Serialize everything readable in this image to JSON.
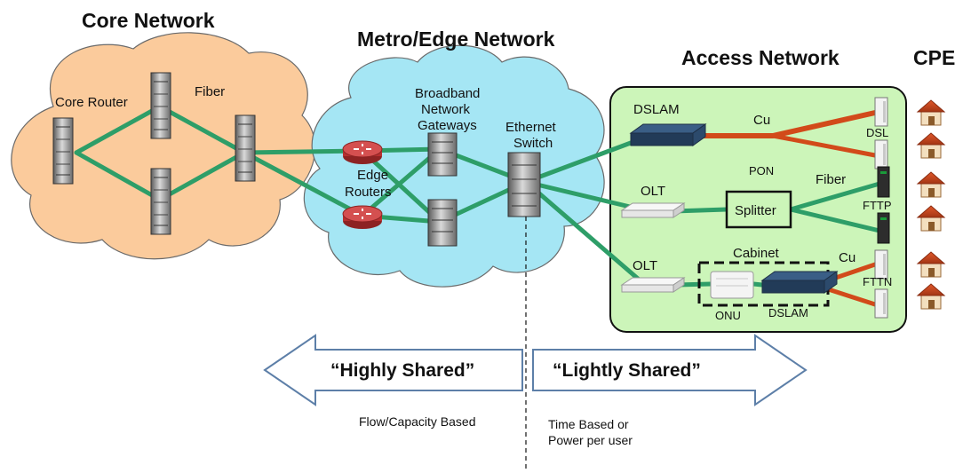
{
  "titles": {
    "core": "Core Network",
    "metro": "Metro/Edge Network",
    "access": "Access Network",
    "cpe": "CPE"
  },
  "labels": {
    "core_router": "Core Router",
    "fiber_core": "Fiber",
    "bng_1": "Broadband",
    "bng_2": "Network",
    "bng_3": "Gateways",
    "eth_1": "Ethernet",
    "eth_2": "Switch",
    "edge_1": "Edge",
    "edge_2": "Routers",
    "dslam_top": "DSLAM",
    "cu_top": "Cu",
    "dsl": "DSL",
    "pon": "PON",
    "olt_mid": "OLT",
    "splitter": "Splitter",
    "fiber_access": "Fiber",
    "fttp": "FTTP",
    "olt_bottom": "OLT",
    "cabinet": "Cabinet",
    "cu_bottom": "Cu",
    "fttn": "FTTN",
    "onu": "ONU",
    "dslam_bottom": "DSLAM"
  },
  "arrows": {
    "left": "“Highly Shared”",
    "right": "“Lightly Shared”"
  },
  "notes": {
    "left": "Flow/Capacity Based",
    "right_1": "Time Based or",
    "right_2": "Power per user"
  },
  "colors": {
    "core_cloud": "#FBCB9C",
    "metro_cloud": "#A5E6F4",
    "access_box": "#CCF5B9",
    "fiber_link": "#2E9E68",
    "copper_link": "#D24A1A",
    "arrow_stroke": "#5D7FA8",
    "router": "#C83A3A"
  }
}
